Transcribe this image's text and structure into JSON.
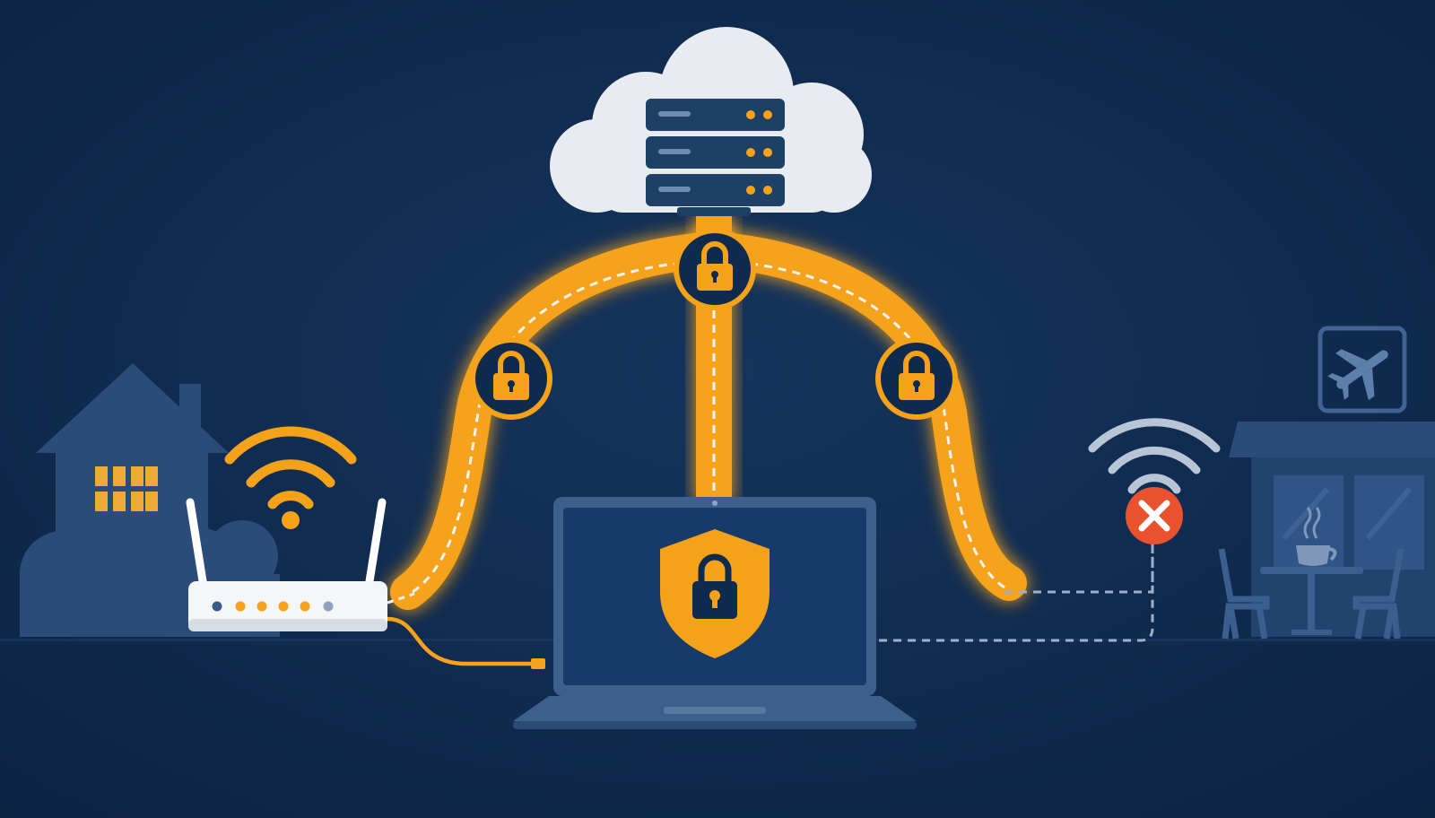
{
  "diagram": {
    "nodes": [
      {
        "id": "cloud-server",
        "icon": "server-rack-icon"
      },
      {
        "id": "home",
        "icon": "house-icon"
      },
      {
        "id": "home-router",
        "icon": "wifi-router-icon"
      },
      {
        "id": "laptop",
        "icon": "laptop-icon"
      },
      {
        "id": "public-wifi",
        "icon": "wifi-icon",
        "status": "blocked"
      },
      {
        "id": "airport-cafe",
        "icon": "airplane-icon"
      }
    ],
    "connections": [
      {
        "from": "home-router",
        "to": "cloud-server",
        "style": "encrypted-tunnel",
        "locks": 1
      },
      {
        "from": "laptop",
        "to": "cloud-server",
        "style": "encrypted-tunnel",
        "locks": 1
      },
      {
        "from": "public-wifi",
        "to": "cloud-server",
        "style": "encrypted-tunnel",
        "locks": 1
      },
      {
        "from": "home-router",
        "to": "laptop",
        "style": "cable"
      },
      {
        "from": "laptop",
        "to": "public-wifi",
        "style": "dashed",
        "blocked": true
      }
    ]
  },
  "colors": {
    "background": "#0f2a4c",
    "tunnel": "#f5a21b",
    "cloud": "#e8ecf0",
    "server": "#1e3f66",
    "silhouette": "#2b4c78",
    "blocked": "#e8522e"
  }
}
